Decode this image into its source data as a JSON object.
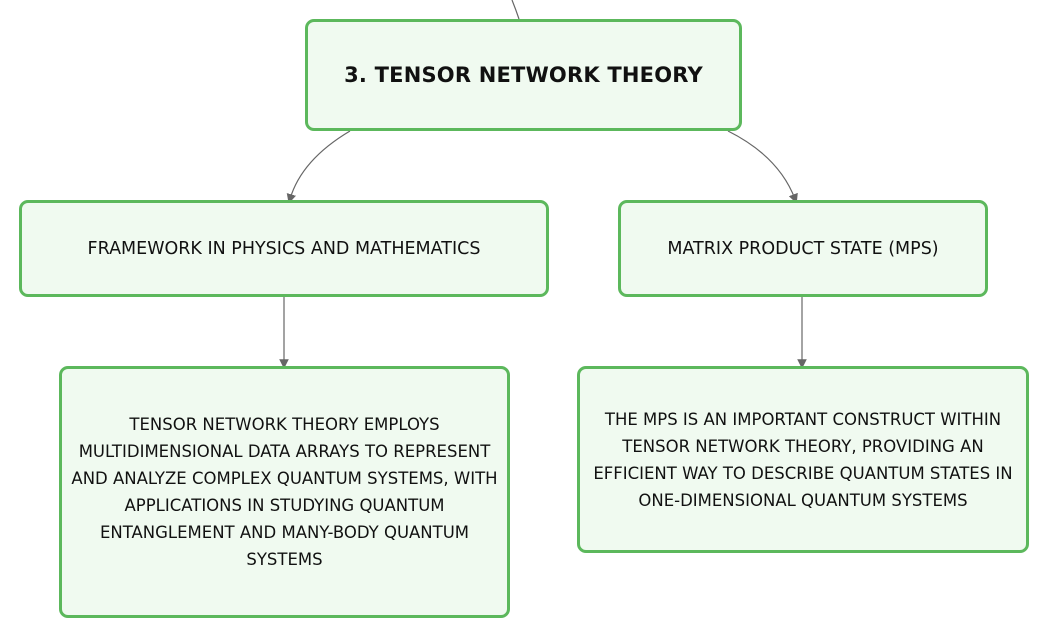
{
  "nodes": {
    "root": {
      "label": "3. TENSOR NETWORK THEORY"
    },
    "framework": {
      "label": "FRAMEWORK IN PHYSICS AND MATHEMATICS"
    },
    "mps": {
      "label": "MATRIX PRODUCT STATE (MPS)"
    },
    "framework_desc": {
      "label": "TENSOR NETWORK THEORY EMPLOYS MULTIDIMENSIONAL DATA ARRAYS TO REPRESENT AND ANALYZE COMPLEX QUANTUM SYSTEMS, WITH APPLICATIONS IN STUDYING QUANTUM ENTANGLEMENT AND MANY-BODY QUANTUM SYSTEMS"
    },
    "mps_desc": {
      "label": "THE MPS IS AN IMPORTANT CONSTRUCT WITHIN TENSOR NETWORK THEORY, PROVIDING AN EFFICIENT WAY TO DESCRIBE QUANTUM STATES IN ONE-DIMENSIONAL QUANTUM SYSTEMS"
    }
  },
  "colors": {
    "node_border": "#5cb85c",
    "node_fill": "#f0faf0",
    "connector": "#666666"
  }
}
